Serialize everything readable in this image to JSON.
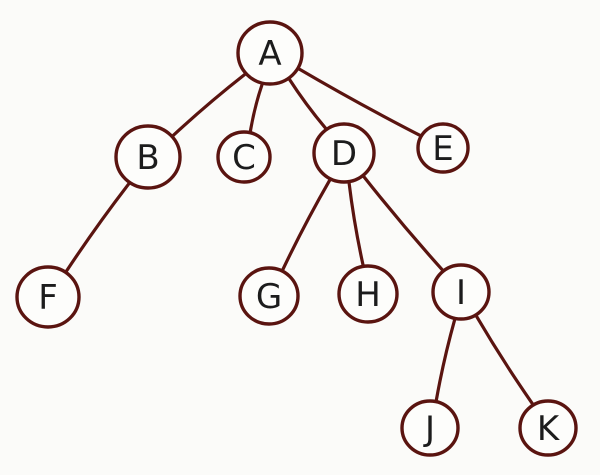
{
  "colors": {
    "ink": "#5a1410",
    "label": "#1c1c1c",
    "node_fill": "#fdfdfb",
    "paper": "#fbfbf9"
  },
  "tree": {
    "nodes": [
      {
        "id": "A",
        "label": "A"
      },
      {
        "id": "B",
        "label": "B"
      },
      {
        "id": "C",
        "label": "C"
      },
      {
        "id": "D",
        "label": "D"
      },
      {
        "id": "E",
        "label": "E"
      },
      {
        "id": "F",
        "label": "F"
      },
      {
        "id": "G",
        "label": "G"
      },
      {
        "id": "H",
        "label": "H"
      },
      {
        "id": "I",
        "label": "I"
      },
      {
        "id": "J",
        "label": "J"
      },
      {
        "id": "K",
        "label": "K"
      }
    ],
    "edges": [
      {
        "from": "A",
        "to": "B"
      },
      {
        "from": "A",
        "to": "C"
      },
      {
        "from": "A",
        "to": "D"
      },
      {
        "from": "A",
        "to": "E"
      },
      {
        "from": "B",
        "to": "F"
      },
      {
        "from": "D",
        "to": "G"
      },
      {
        "from": "D",
        "to": "H"
      },
      {
        "from": "D",
        "to": "I"
      },
      {
        "from": "I",
        "to": "J"
      },
      {
        "from": "I",
        "to": "K"
      }
    ]
  }
}
